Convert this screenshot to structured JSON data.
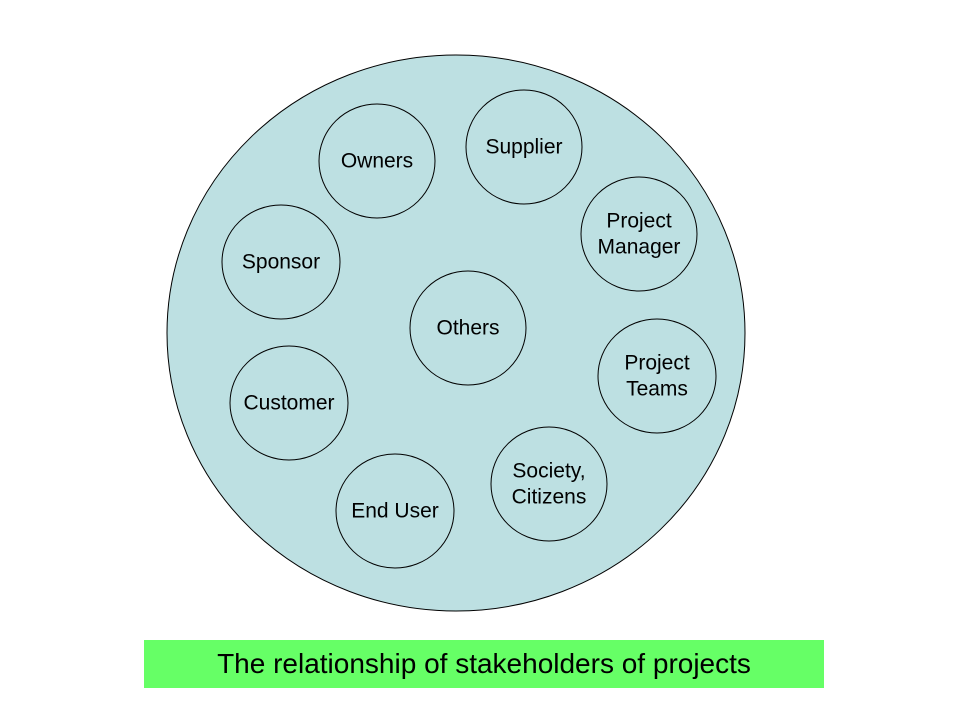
{
  "diagram": {
    "colors": {
      "outer_fill": "#bde0e2",
      "outline": "#000000",
      "inner_fill": "#bde0e2"
    },
    "nodes": [
      {
        "name": "owners",
        "lines": [
          "Owners"
        ]
      },
      {
        "name": "supplier",
        "lines": [
          "Supplier"
        ]
      },
      {
        "name": "project-manager",
        "lines": [
          "Project",
          "Manager"
        ]
      },
      {
        "name": "sponsor",
        "lines": [
          "Sponsor"
        ]
      },
      {
        "name": "others",
        "lines": [
          "Others"
        ]
      },
      {
        "name": "project-teams",
        "lines": [
          "Project",
          "Teams"
        ]
      },
      {
        "name": "customer",
        "lines": [
          "Customer"
        ]
      },
      {
        "name": "society-citizens",
        "lines": [
          "Society,",
          "Citizens"
        ]
      },
      {
        "name": "end-user",
        "lines": [
          "End User"
        ]
      }
    ]
  },
  "caption": {
    "text": "The relationship of stakeholders of  projects",
    "background": "#66ff66"
  }
}
